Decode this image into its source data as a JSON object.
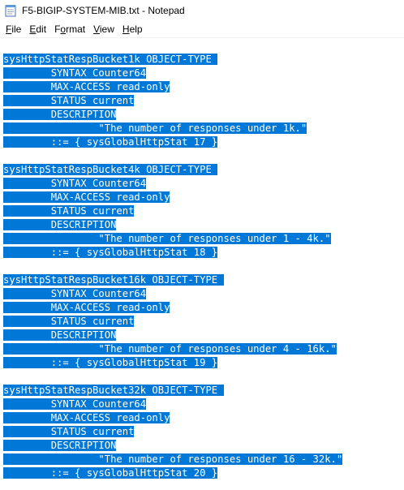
{
  "window": {
    "title": "F5-BIGIP-SYSTEM-MIB.txt - Notepad"
  },
  "menu": {
    "file": {
      "u": "F",
      "rest": "ile"
    },
    "edit": {
      "u": "E",
      "rest": "dit"
    },
    "format_pre": "F",
    "format_u": "o",
    "format_rest": "rmat",
    "view": {
      "u": "V",
      "rest": "iew"
    },
    "help": {
      "u": "H",
      "rest": "elp"
    }
  },
  "colors": {
    "selection": "#0078d7"
  },
  "editor": {
    "lines": [
      "sysHttpStatRespBucket1k OBJECT-TYPE ",
      "        SYNTAX Counter64",
      "        MAX-ACCESS read-only",
      "        STATUS current",
      "        DESCRIPTION",
      "                \"The number of responses under 1k.\"",
      "        ::= { sysGlobalHttpStat 17 }",
      "",
      "sysHttpStatRespBucket4k OBJECT-TYPE ",
      "        SYNTAX Counter64",
      "        MAX-ACCESS read-only",
      "        STATUS current",
      "        DESCRIPTION",
      "                \"The number of responses under 1 - 4k.\"",
      "        ::= { sysGlobalHttpStat 18 }",
      "",
      "sysHttpStatRespBucket16k OBJECT-TYPE ",
      "        SYNTAX Counter64",
      "        MAX-ACCESS read-only",
      "        STATUS current",
      "        DESCRIPTION",
      "                \"The number of responses under 4 - 16k.\"",
      "        ::= { sysGlobalHttpStat 19 }",
      "",
      "sysHttpStatRespBucket32k OBJECT-TYPE ",
      "        SYNTAX Counter64",
      "        MAX-ACCESS read-only",
      "        STATUS current",
      "        DESCRIPTION",
      "                \"The number of responses under 16 - 32k.\"",
      "        ::= { sysGlobalHttpStat 20 }"
    ]
  }
}
